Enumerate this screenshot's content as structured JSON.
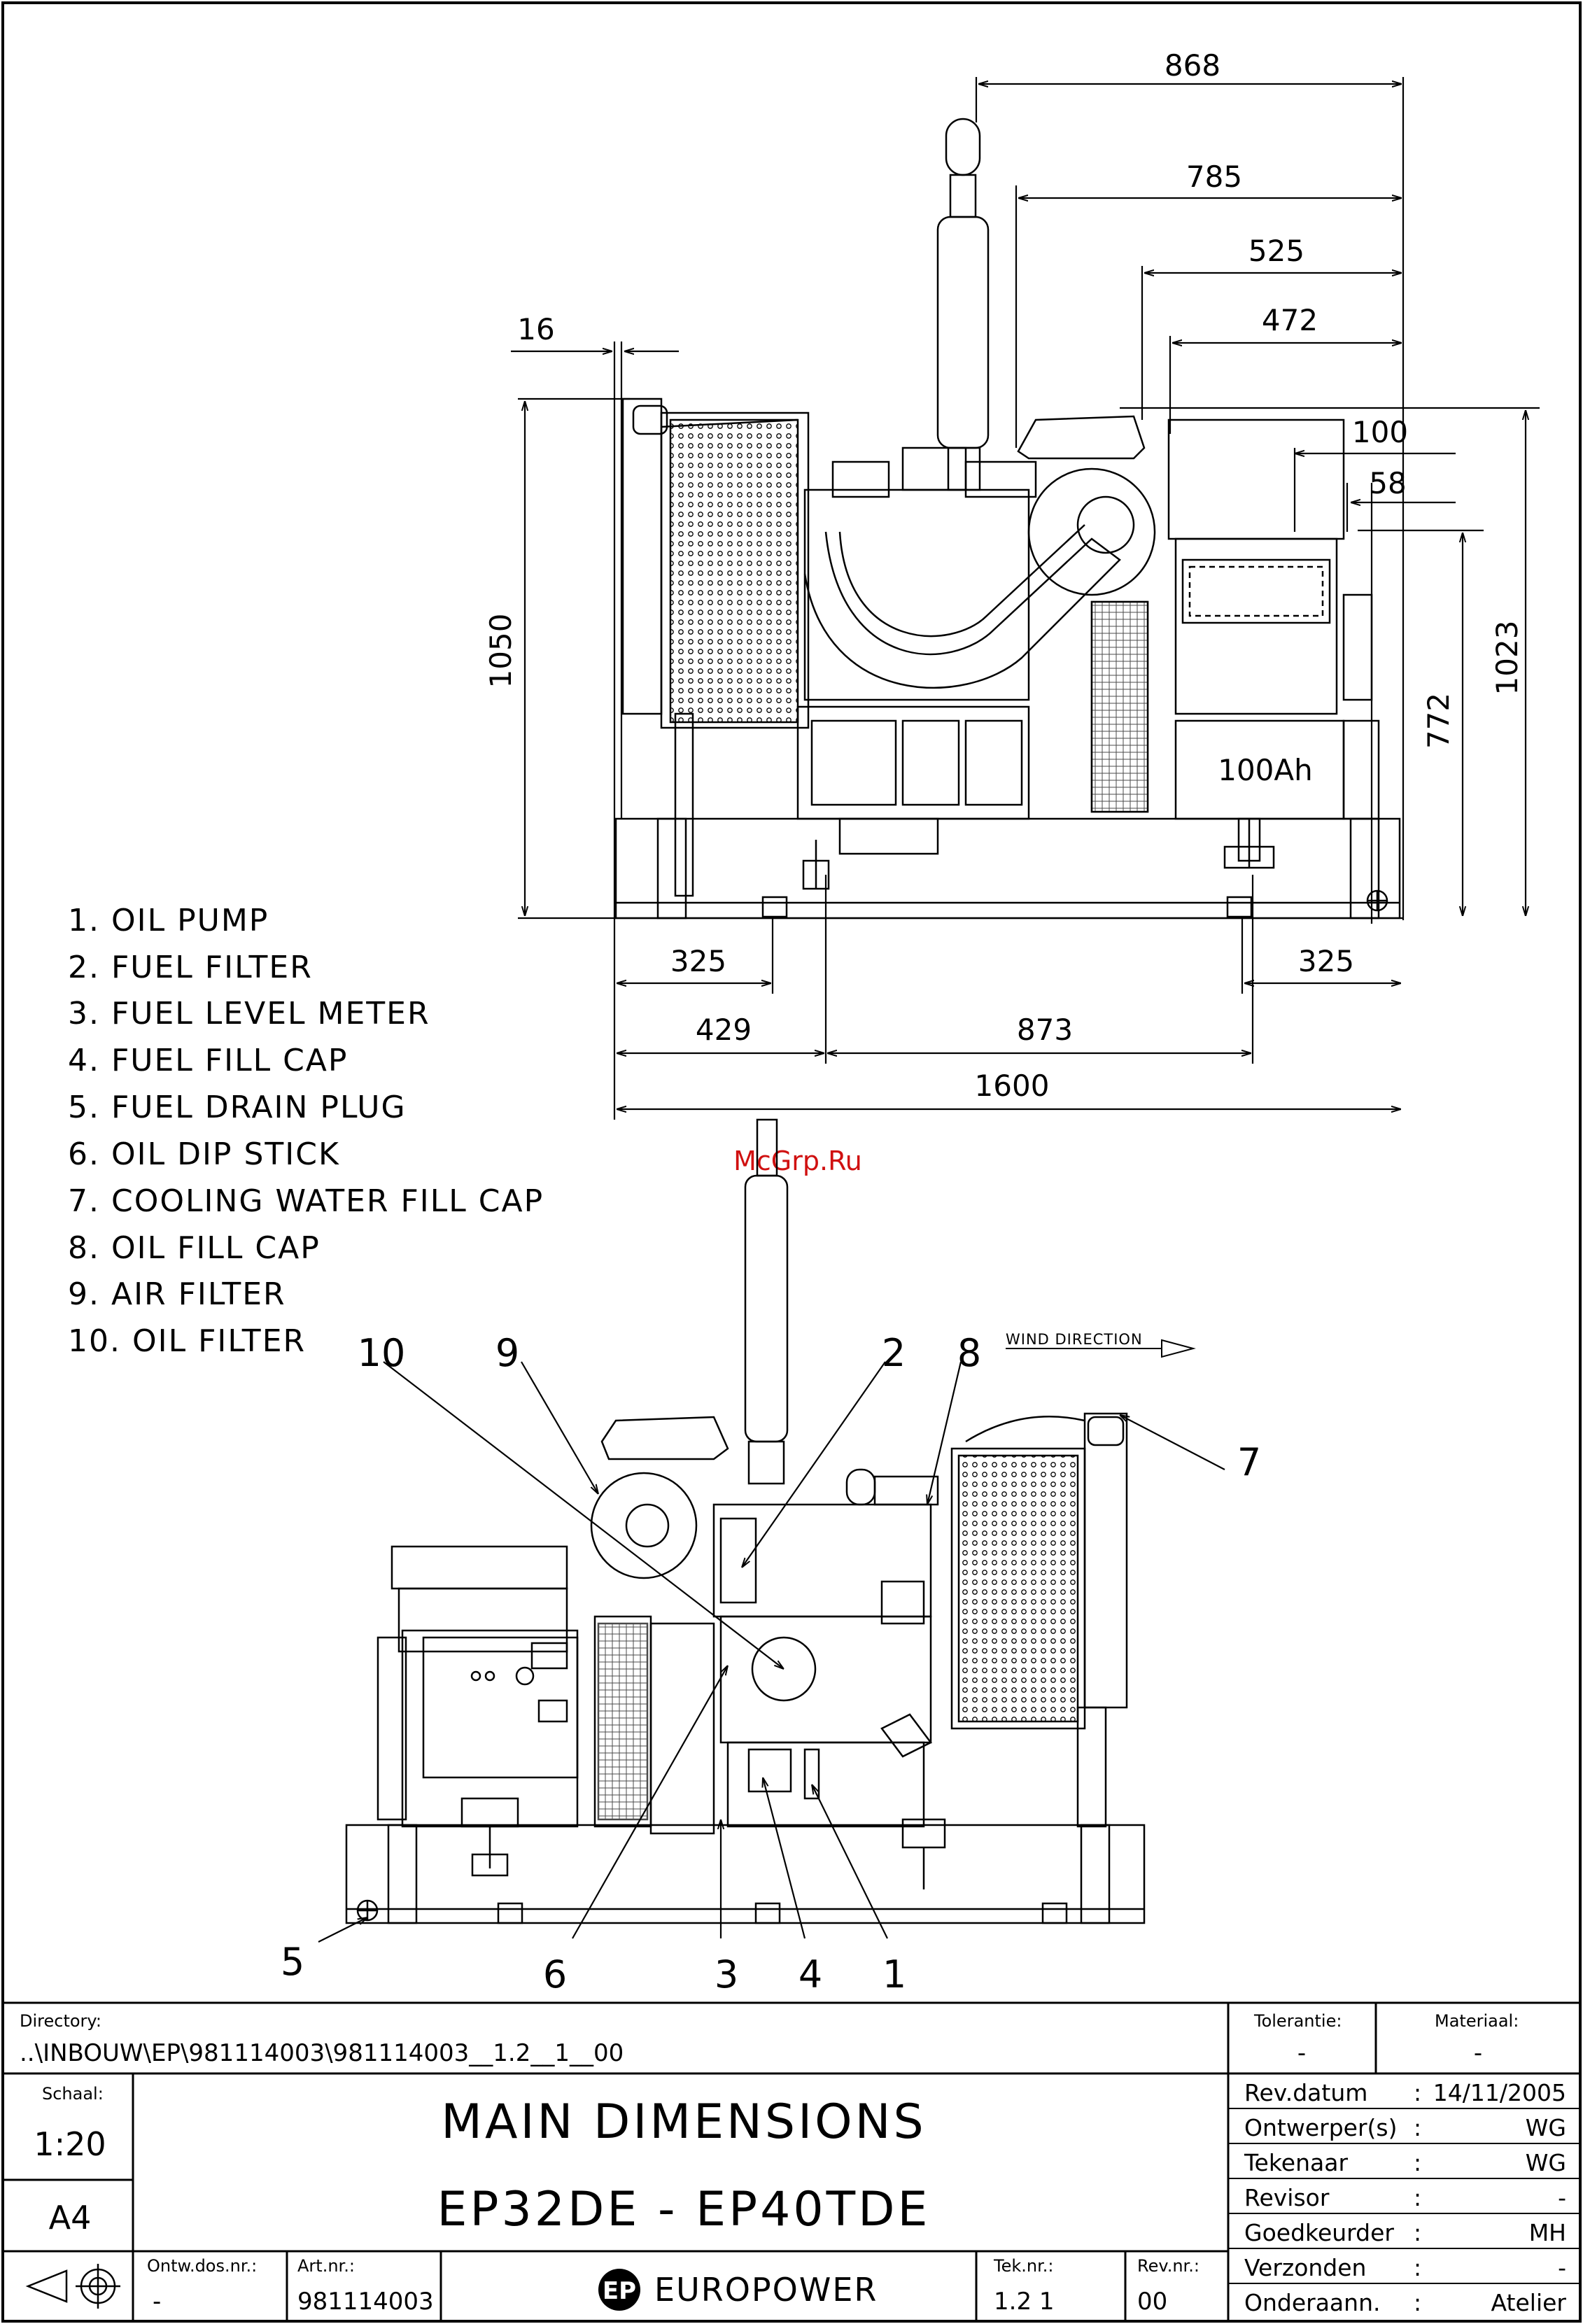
{
  "watermark": "McGrp.Ru",
  "top_view": {
    "dimensions": {
      "d868": "868",
      "d785": "785",
      "d525": "525",
      "d472": "472",
      "d16": "16",
      "d100": "100",
      "d58": "58",
      "d1050": "1050",
      "d1023": "1023",
      "d772": "772",
      "d325_left": "325",
      "d325_right": "325",
      "d429": "429",
      "d873": "873",
      "d1600": "1600"
    },
    "battery_label": "100Ah"
  },
  "legend": [
    "1. OIL PUMP",
    "2. FUEL FILTER",
    "3. FUEL LEVEL METER",
    "4. FUEL FILL CAP",
    "5. FUEL DRAIN PLUG",
    "6. OIL DIP STICK",
    "7. COOLING WATER FILL CAP",
    "8. OIL FILL CAP",
    "9. AIR FILTER",
    "10. OIL FILTER"
  ],
  "side_view": {
    "wind_direction": "WIND DIRECTION",
    "callouts": {
      "c1": "1",
      "c2": "2",
      "c3": "3",
      "c4": "4",
      "c5": "5",
      "c6": "6",
      "c7": "7",
      "c8": "8",
      "c9": "9",
      "c10": "10"
    }
  },
  "title_block": {
    "directory_label": "Directory:",
    "directory_value": "..\\INBOUW\\EP\\981114003\\981114003__1.2__1__00",
    "tolerantie_label": "Tolerantie:",
    "tolerantie_value": "-",
    "materiaal_label": "Materiaal:",
    "materiaal_value": "-",
    "schaal_label": "Schaal:",
    "schaal_value": "1:20",
    "format": "A4",
    "title_line1": "MAIN DIMENSIONS",
    "title_line2": "EP32DE - EP40TDE",
    "ontw_label": "Ontw.dos.nr.:",
    "ontw_value": "-",
    "art_label": "Art.nr.:",
    "art_value": "981114003",
    "logo_text": "EUROPOWER",
    "tek_label": "Tek.nr.:",
    "tek_value": "1.2 1",
    "rev_label": "Rev.nr.:",
    "rev_value": "00",
    "rows": [
      {
        "label": "Rev.datum",
        "sep": ":",
        "value": "14/11/2005"
      },
      {
        "label": "Ontwerper(s)",
        "sep": ":",
        "value": "WG"
      },
      {
        "label": "Tekenaar",
        "sep": ":",
        "value": "WG"
      },
      {
        "label": "Revisor",
        "sep": ":",
        "value": "-"
      },
      {
        "label": "Goedkeurder",
        "sep": ":",
        "value": "MH"
      },
      {
        "label": "Verzonden",
        "sep": ":",
        "value": "-"
      },
      {
        "label": "Onderaann.",
        "sep": ":",
        "value": "Atelier"
      }
    ]
  }
}
